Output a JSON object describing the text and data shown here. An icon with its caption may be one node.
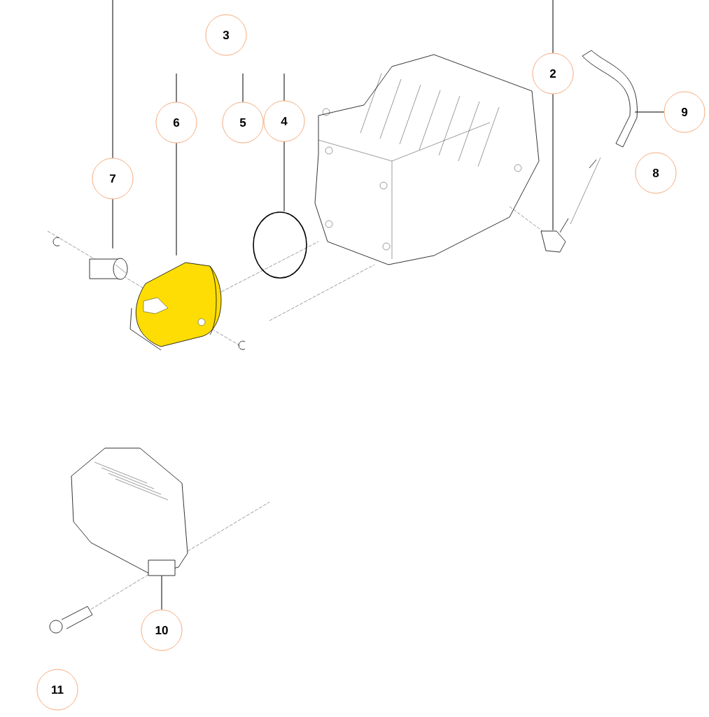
{
  "diagram": {
    "nodes": [
      {
        "text": [
          "3"
        ]
      },
      {
        "text": [
          "2"
        ]
      },
      {
        "text": [
          "6"
        ]
      },
      {
        "text": [
          "5"
        ]
      },
      {
        "text": [
          "4"
        ]
      },
      {
        "text": [
          "9"
        ]
      },
      {
        "text": [
          "8"
        ]
      },
      {
        "text": [
          "7"
        ]
      },
      {
        "text": [
          "10"
        ]
      },
      {
        "text": [
          "11"
        ]
      },
      {
        "text": [],
        "shape": "cylinder"
      },
      {
        "text": [],
        "shape": "picture"
      },
      {
        "text": [],
        "shape": "circle"
      },
      {
        "text": [],
        "shape": "picture"
      },
      {
        "text": [],
        "shape": "picture"
      },
      {
        "text": [],
        "shape": "picture"
      }
    ],
    "edges": [
      {
        "from": 7,
        "to": 10,
        "arrow": "none"
      },
      {
        "from": 2,
        "to": 11,
        "arrow": "none"
      },
      {
        "from": 4,
        "to": 12,
        "arrow": "none"
      },
      {
        "from": 1,
        "to": 13,
        "arrow": "none"
      },
      {
        "from": 5,
        "to": 14,
        "arrow": "none"
      },
      {
        "from": 8,
        "to": 15,
        "arrow": "none"
      },
      {
        "from": 7,
        "to": null,
        "arrow": "none"
      },
      {
        "from": 2,
        "to": null,
        "arrow": "none"
      },
      {
        "from": 3,
        "to": null,
        "arrow": "none"
      },
      {
        "from": 4,
        "to": null,
        "arrow": "none"
      },
      {
        "from": 1,
        "to": null,
        "arrow": "none"
      }
    ]
  }
}
